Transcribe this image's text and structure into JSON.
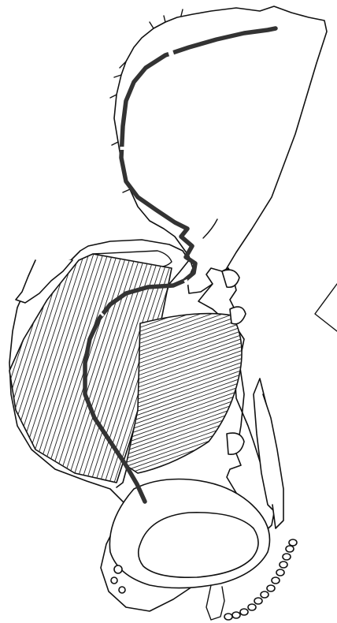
{
  "figure": {
    "description_text": "",
    "colors": {
      "line": "#111111",
      "tube": "#333333",
      "background": "#ffffff"
    },
    "parts": [
      "wing-blade",
      "dorsal-muscle",
      "ventral-muscle",
      "thorax-outline",
      "trachea-tube",
      "head-capsule",
      "antenna",
      "legs",
      "arrow-mark"
    ]
  }
}
